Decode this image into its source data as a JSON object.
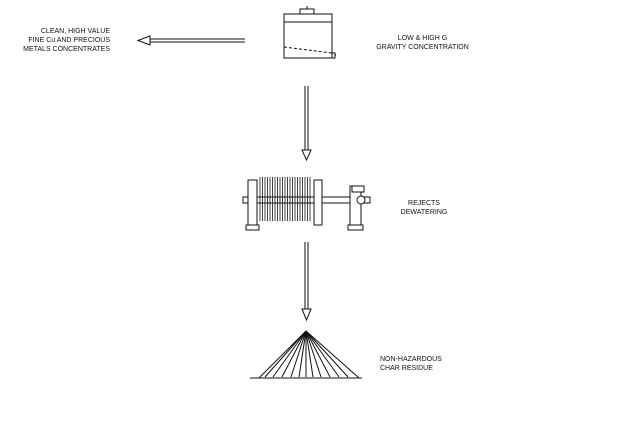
{
  "labels": {
    "concentrates": [
      "CLEAN, HIGH VALUE",
      "FINE Cu AND PRECIOUS",
      "METALS CONCENTRATES"
    ],
    "gravity": [
      "LOW & HIGH G",
      "GRAVITY CONCENTRATION"
    ],
    "dewatering": [
      "REJECTS",
      "DEWATERING"
    ],
    "residue": [
      "NON-HAZARDOUS",
      "CHAR RESIDUE"
    ]
  },
  "icons": {
    "gravity_unit": "gravity-concentrator-tank-icon",
    "filter_press": "filter-press-icon",
    "residue_pile": "stockpile-icon"
  },
  "colors": {
    "stroke": "#111111",
    "background": "#ffffff"
  }
}
